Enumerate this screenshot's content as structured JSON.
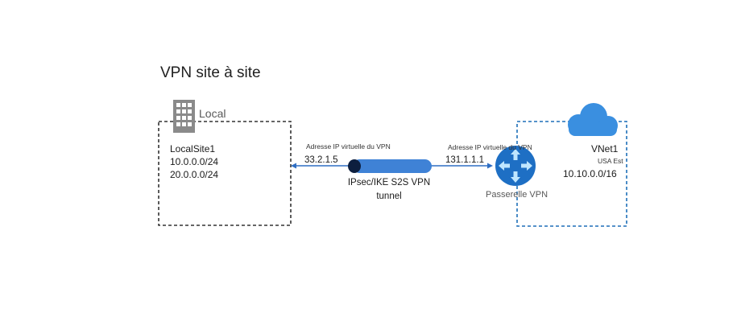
{
  "title": "VPN site à site",
  "local": {
    "label": "Local",
    "site_name": "LocalSite1",
    "prefixes": [
      "10.0.0.0/24",
      "20.0.0.0/24"
    ],
    "icon": "building-icon",
    "border_color": "#333333"
  },
  "tunnel": {
    "left_vip_label": "Adresse IP virtuelle du VPN",
    "left_ip": "33.2.1.5",
    "right_vip_label": "Adresse IP virtuelle du VPN",
    "right_ip": "131.1.1.1",
    "label_line1": "IPsec/IKE S2S VPN",
    "label_line2": "tunnel",
    "color": "#2f6ec3"
  },
  "gateway": {
    "label": "Passerelle VPN",
    "icon": "vpn-gateway-icon",
    "color": "#1e6fc4"
  },
  "vnet": {
    "name": "VNet1",
    "region": "USA Est",
    "cidr": "10.10.0.0/16",
    "icon": "cloud-icon",
    "border_color": "#1e6fb8"
  }
}
